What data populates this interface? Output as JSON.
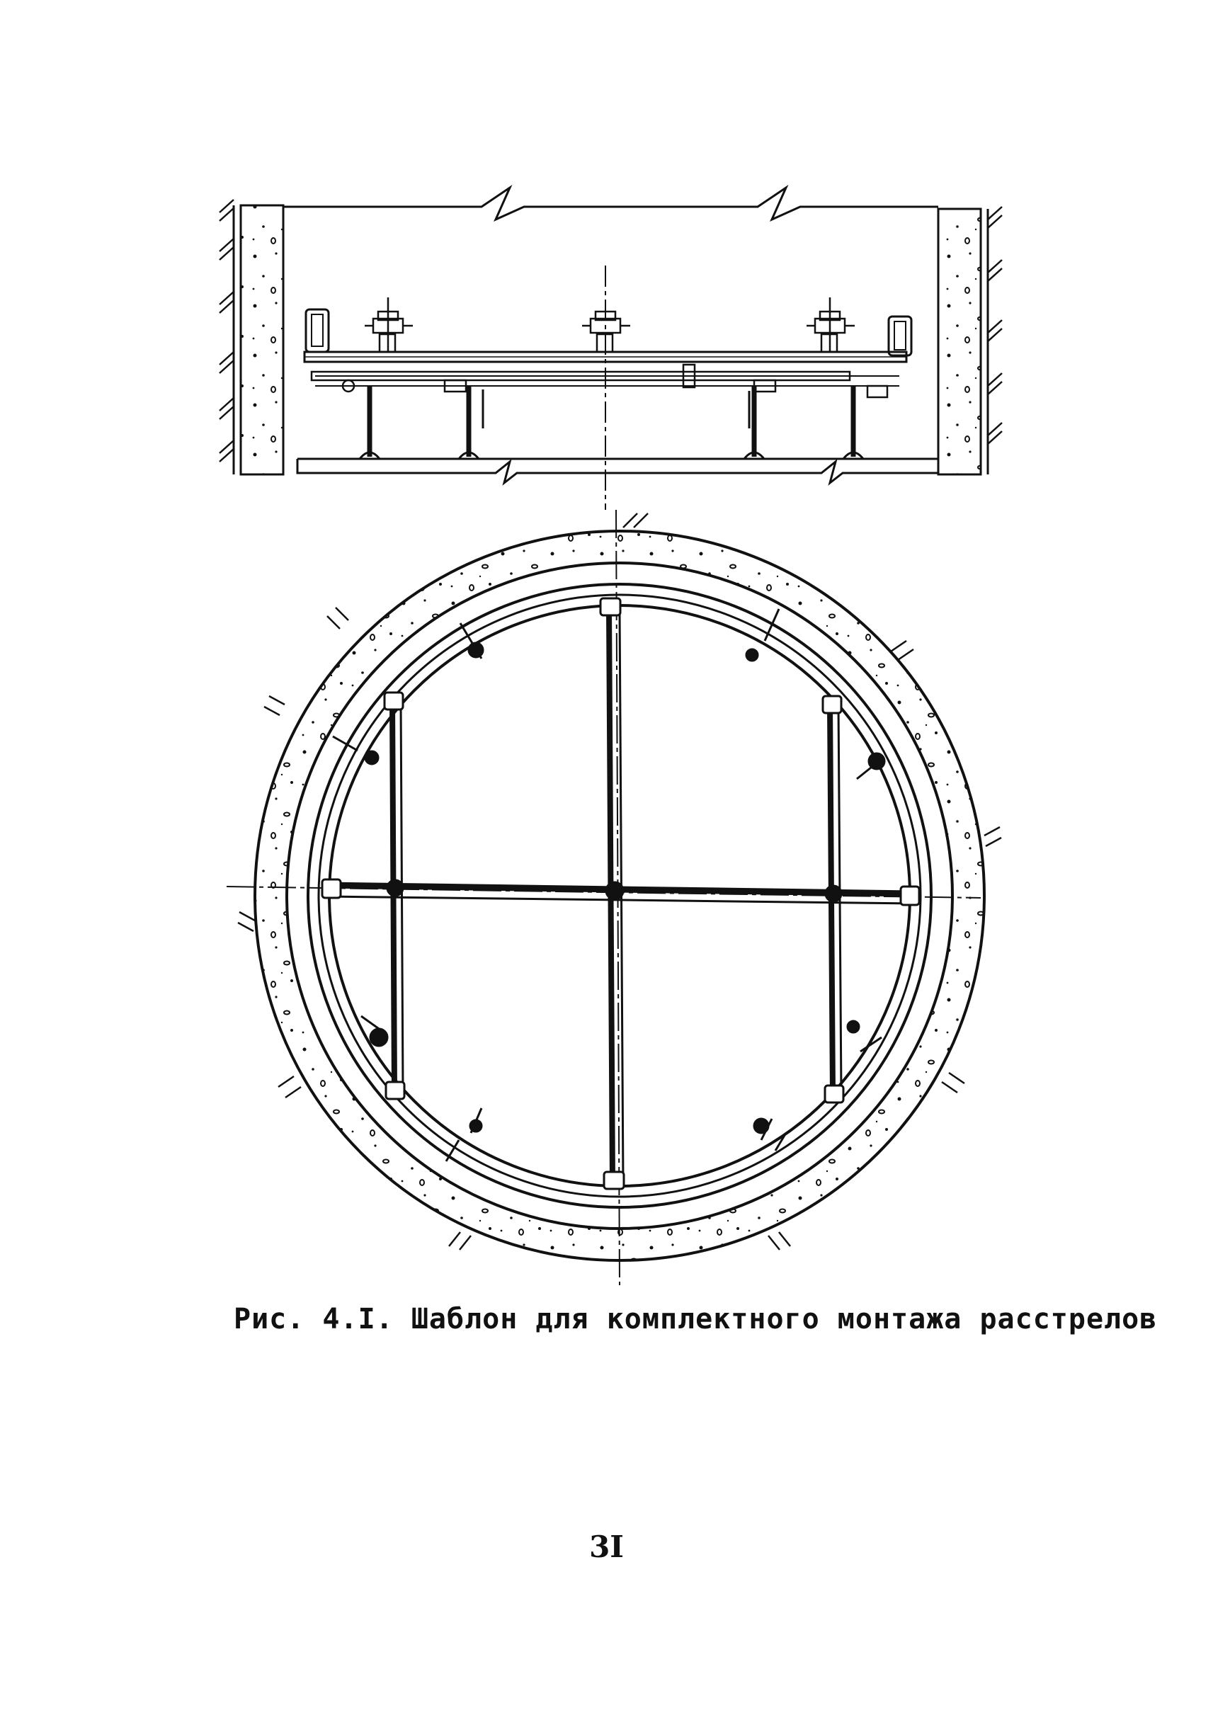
{
  "figure": {
    "caption": "Рис. 4.I. Шаблон для комплектного монтажа расстрелов",
    "page_number": "3I"
  },
  "colors": {
    "ink": "#111111",
    "paper": "#ffffff"
  },
  "drawing": {
    "views": [
      "elevation-section",
      "plan-view"
    ]
  }
}
